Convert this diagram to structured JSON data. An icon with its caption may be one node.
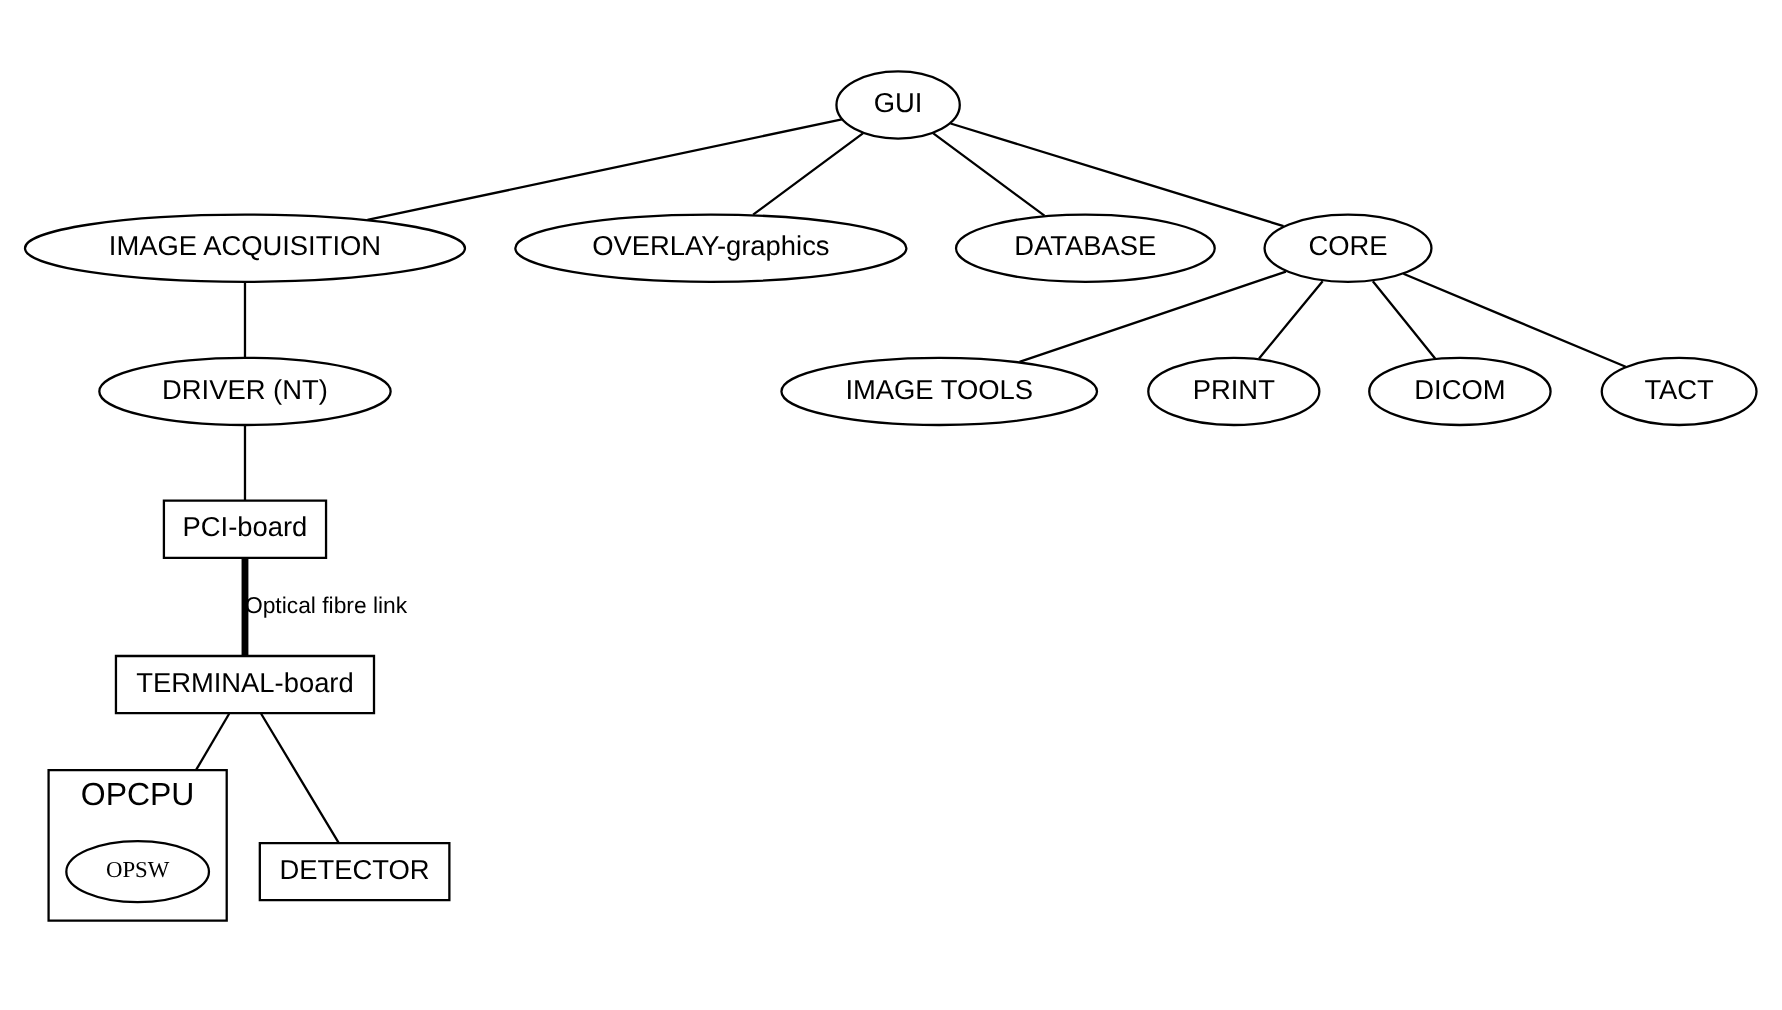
{
  "diagram": {
    "nodes": [
      {
        "text": [
          "GUI"
        ]
      },
      {
        "text": [
          "IMAGE ACQUISITION"
        ]
      },
      {
        "text": [
          "DRIVER (NT)"
        ]
      },
      {
        "text": [
          "PCI-board"
        ]
      },
      {
        "text": [
          "OVERLAY-graphics"
        ]
      },
      {
        "text": [
          "DATABASE"
        ]
      },
      {
        "text": [
          "CORE"
        ]
      },
      {
        "text": [
          "IMAGE TOOLS"
        ]
      },
      {
        "text": [
          "PRINT"
        ]
      },
      {
        "text": [
          "DICOM"
        ]
      },
      {
        "text": [
          "TACT"
        ]
      },
      {
        "text": [
          "TERMINAL-board"
        ]
      },
      {
        "text": [
          "OPCPU"
        ]
      },
      {
        "text": [
          "OPSW"
        ],
        "in": 12
      },
      {
        "text": [
          "DETECTOR"
        ]
      }
    ],
    "edges": [
      {
        "from": 0,
        "to": 1,
        "arrow": "none"
      },
      {
        "from": 1,
        "to": 2,
        "arrow": "none"
      },
      {
        "from": 2,
        "to": 3,
        "arrow": "none"
      },
      {
        "from": 0,
        "to": 4,
        "arrow": "none"
      },
      {
        "from": 0,
        "to": 5,
        "arrow": "none"
      },
      {
        "from": 0,
        "to": 6,
        "arrow": "none"
      },
      {
        "from": 6,
        "to": 7,
        "arrow": "none"
      },
      {
        "from": 6,
        "to": 8,
        "arrow": "none"
      },
      {
        "from": 6,
        "to": 9,
        "arrow": "none"
      },
      {
        "from": 6,
        "to": 10,
        "arrow": "none"
      },
      {
        "from": 3,
        "to": 11,
        "arrow": "none",
        "label": "Optical fibre link",
        "style": "thick"
      },
      {
        "from": 11,
        "to": 12,
        "arrow": "none"
      },
      {
        "from": 11,
        "to": 14,
        "arrow": "none"
      }
    ]
  }
}
